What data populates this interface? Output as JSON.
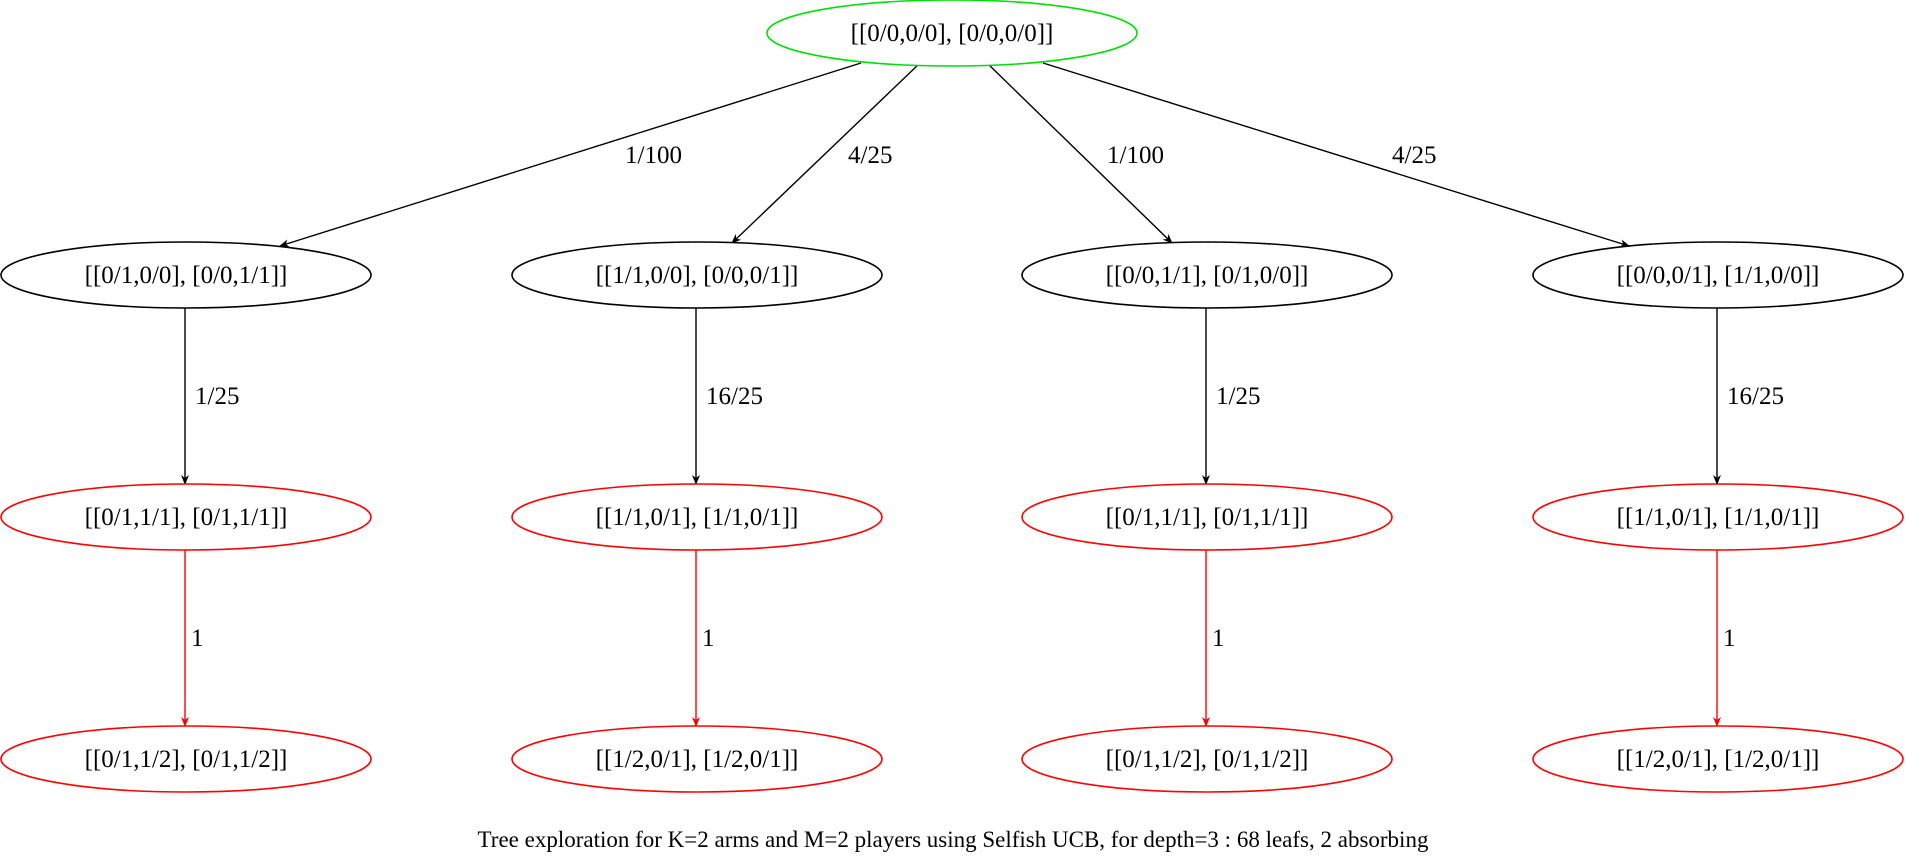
{
  "colors": {
    "root": "#00e000",
    "normal": "#000000",
    "absorbing": "#ff0000"
  },
  "nodes": {
    "root": "[[0/0,0/0], [0/0,0/0]]",
    "level1": [
      "[[0/1,0/0], [0/0,1/1]]",
      "[[1/1,0/0], [0/0,0/1]]",
      "[[0/0,1/1], [0/1,0/0]]",
      "[[0/0,0/1], [1/1,0/0]]"
    ],
    "level2": [
      "[[0/1,1/1], [0/1,1/1]]",
      "[[1/1,0/1], [1/1,0/1]]",
      "[[0/1,1/1], [0/1,1/1]]",
      "[[1/1,0/1], [1/1,0/1]]"
    ],
    "level3": [
      "[[0/1,1/2], [0/1,1/2]]",
      "[[1/2,0/1], [1/2,0/1]]",
      "[[0/1,1/2], [0/1,1/2]]",
      "[[1/2,0/1], [1/2,0/1]]"
    ]
  },
  "edges": {
    "root_to_level1": [
      "1/100",
      "4/25",
      "1/100",
      "4/25"
    ],
    "level1_to_level2": [
      "1/25",
      "16/25",
      "1/25",
      "16/25"
    ],
    "level2_to_level3": [
      "1",
      "1",
      "1",
      "1"
    ]
  },
  "caption": "Tree exploration for K=2 arms and M=2 players using Selfish UCB, for depth=3 : 68 leafs, 2 absorbing"
}
